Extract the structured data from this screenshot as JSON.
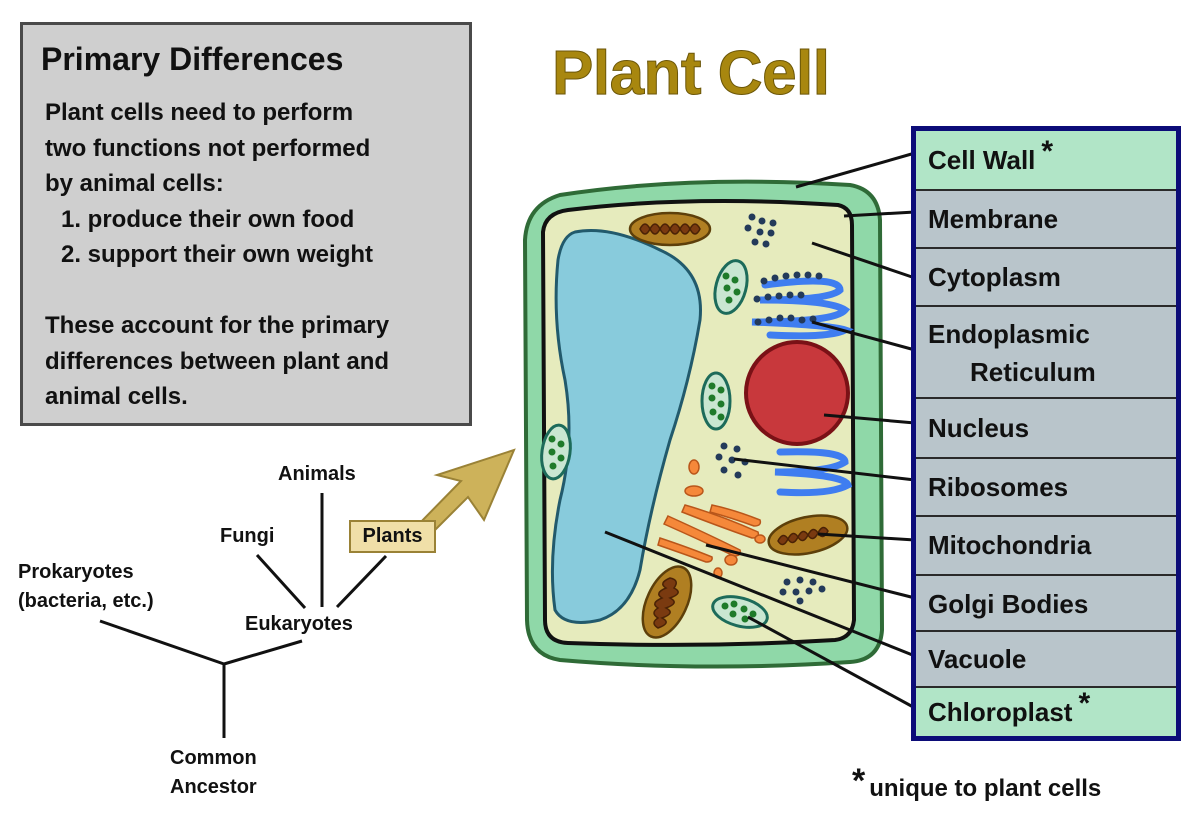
{
  "title": "Plant Cell",
  "differences": {
    "heading": "Primary Differences",
    "lines": [
      "Plant cells need to perform",
      "two functions not performed",
      "by animal cells:",
      "1. produce their own food",
      "2. support their own weight",
      "",
      "These account for the primary",
      "differences between plant and",
      "animal cells."
    ]
  },
  "tree": {
    "animals": "Animals",
    "fungi": "Fungi",
    "plants": "Plants",
    "prokaryotes_1": "Prokaryotes",
    "prokaryotes_2": "(bacteria, etc.)",
    "eukaryotes": "Eukaryotes",
    "ancestor_1": "Common",
    "ancestor_2": "Ancestor"
  },
  "legend": {
    "items": [
      {
        "label": "Cell Wall",
        "unique": true,
        "star": "*"
      },
      {
        "label": "Membrane",
        "unique": false
      },
      {
        "label": "Cytoplasm",
        "unique": false
      },
      {
        "label": "Endoplasmic",
        "label2": "Reticulum",
        "unique": false
      },
      {
        "label": "Nucleus",
        "unique": false
      },
      {
        "label": "Ribosomes",
        "unique": false
      },
      {
        "label": "Mitochondria",
        "unique": false
      },
      {
        "label": "Golgi Bodies",
        "unique": false
      },
      {
        "label": "Vacuole",
        "unique": false
      },
      {
        "label": "Chloroplast",
        "unique": true,
        "star": "*"
      }
    ]
  },
  "footnote": {
    "star": "*",
    "text": "unique to plant cells"
  },
  "colors": {
    "title": "#a8870f",
    "unique_row": "#b1e5c7",
    "common_row": "#b9c5cb",
    "legend_border": "#0c0c78",
    "cell_wall": "#8fd8a8",
    "cytoplasm": "#e6ebbd",
    "vacuole": "#88cbdc",
    "nucleus": "#c8383c",
    "er": "#3f7df0",
    "golgi": "#f5883a",
    "mitochondria": "#b07f22",
    "chloroplast": "#c9e6d1"
  }
}
